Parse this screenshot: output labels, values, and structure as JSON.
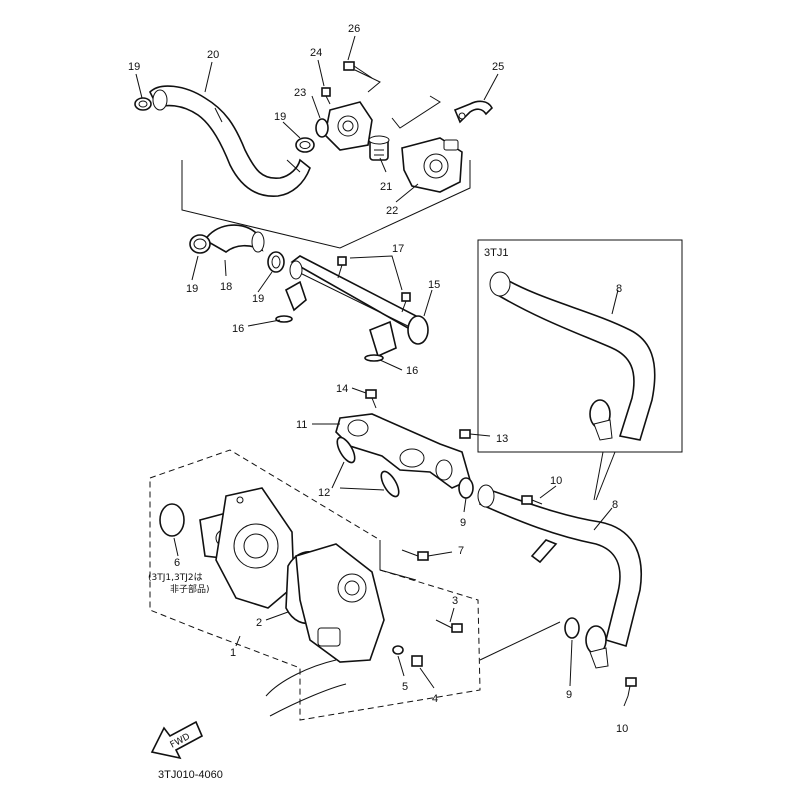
{
  "diagram": {
    "code": "3TJ010-4060",
    "find_label": "FWD",
    "inset_label": "3TJ1",
    "note": [
      "(3TJ1,3TJ2は",
      "非子部品)"
    ]
  },
  "callouts": {
    "c1": "1",
    "c2": "2",
    "c3": "3",
    "c4": "4",
    "c5": "5",
    "c6": "6",
    "c7": "7",
    "c8a": "8",
    "c8b": "8",
    "c9a": "9",
    "c9b": "9",
    "c10a": "10",
    "c10b": "10",
    "c11": "11",
    "c12": "12",
    "c13": "13",
    "c14": "14",
    "c15": "15",
    "c16a": "16",
    "c16b": "16",
    "c17": "17",
    "c18": "18",
    "c19a": "19",
    "c19b": "19",
    "c19c": "19",
    "c19d": "19",
    "c20": "20",
    "c21": "21",
    "c22": "22",
    "c23": "23",
    "c24": "24",
    "c25": "25",
    "c26": "26"
  }
}
